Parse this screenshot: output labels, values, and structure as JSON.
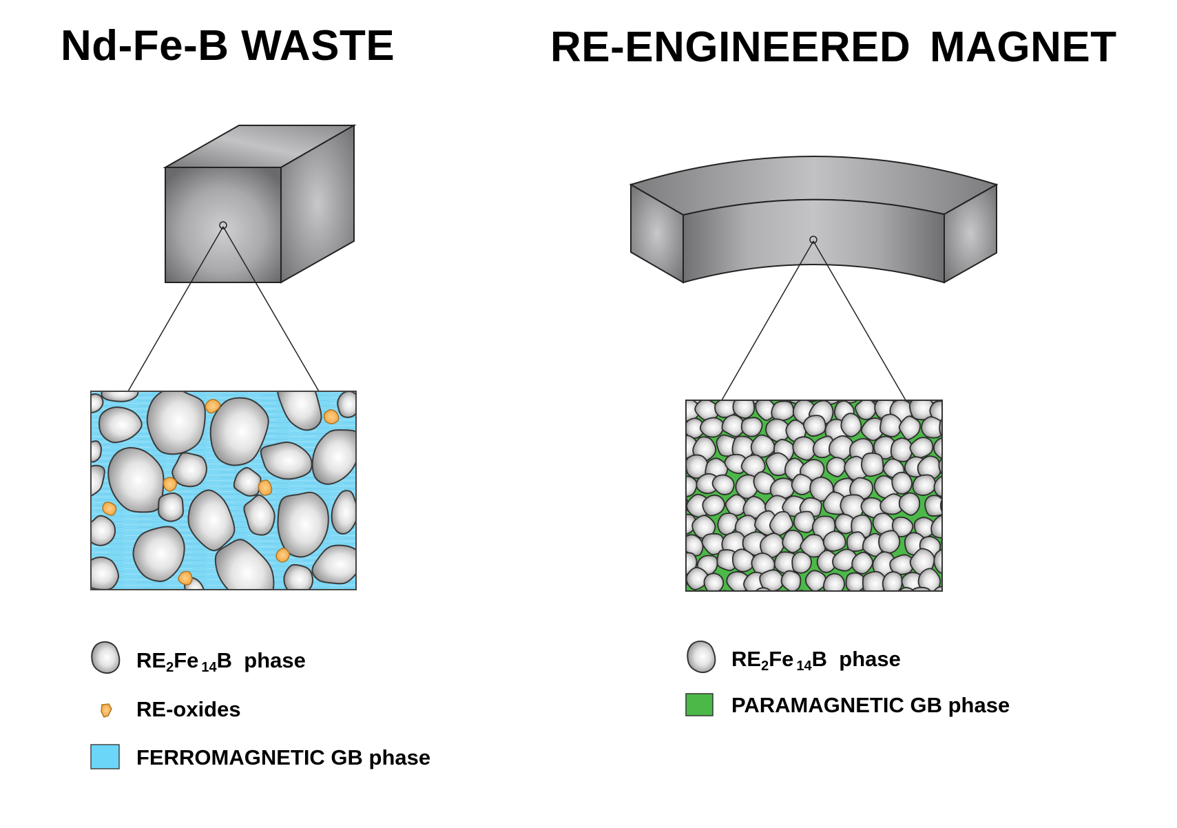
{
  "titles": {
    "left": "Nd-Fe-B WASTE",
    "right": "RE-ENGINEERED  MAGNET"
  },
  "panels": {
    "left": {
      "object_shape": "cube",
      "micrograph": {
        "matrix_phase": "FERROMAGNETIC GB phase",
        "grain_density": "sparse, large grains",
        "contains_oxides": true
      }
    },
    "right": {
      "object_shape": "arc-segment",
      "micrograph": {
        "matrix_phase": "PARAMAGNETIC GB phase",
        "grain_density": "dense, fine grains",
        "contains_oxides": false
      }
    }
  },
  "legend_left": [
    {
      "icon": "grain-icon",
      "parts": {
        "a": "RE",
        "sub1": "2",
        "b": "Fe",
        "sub2": "14",
        "c": "B",
        "d": "phase"
      }
    },
    {
      "icon": "oxide-icon",
      "label": "RE-oxides"
    },
    {
      "icon": "ferromagnetic-swatch-icon",
      "label": "FERROMAGNETIC GB phase"
    }
  ],
  "legend_right": [
    {
      "icon": "grain-icon",
      "parts": {
        "a": "RE",
        "sub1": "2",
        "b": "Fe",
        "sub2": "14",
        "c": "B",
        "d": "phase"
      }
    },
    {
      "icon": "paramagnetic-swatch-icon",
      "label": "PARAMAGNETIC GB phase"
    }
  ],
  "colors": {
    "ferromagnetic_gb": "#7fd8f5",
    "paramagnetic_gb": "#4cb848",
    "oxide": "#f6b04a",
    "grain_edge": "#3a3a3a"
  }
}
